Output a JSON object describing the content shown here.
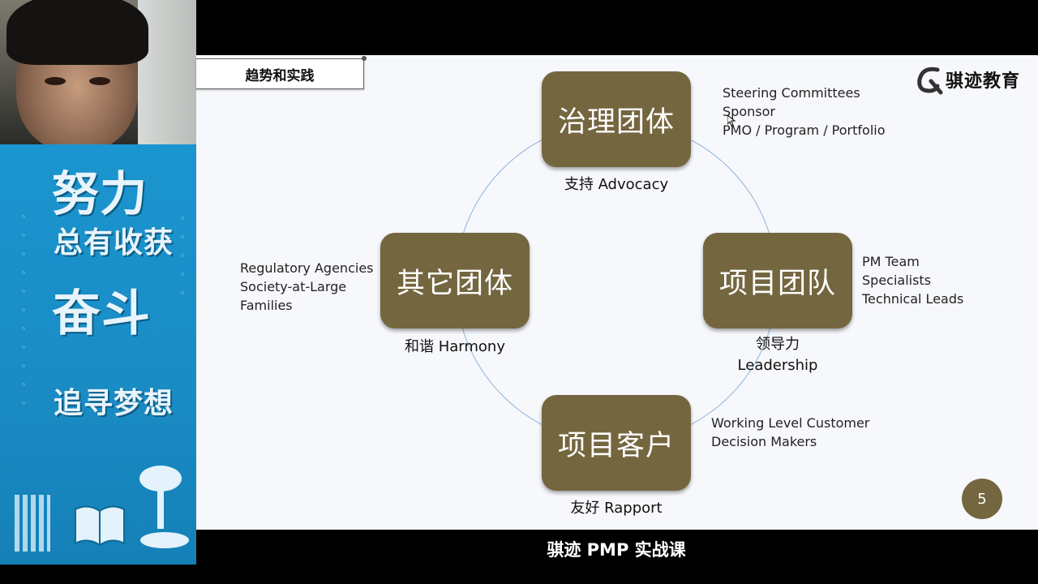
{
  "slide": {
    "topic_label": "趋势和实践",
    "logo_text": "骐迹教育",
    "page_number": "5",
    "nodes": {
      "top": {
        "title": "治理团体",
        "caption": "支持 Advocacy",
        "items": [
          "Steering Committees",
          "Sponsor",
          "PMO / Program / Portfolio"
        ]
      },
      "right": {
        "title": "项目团队",
        "caption_line1": "领导力",
        "caption_line2": "Leadership",
        "items": [
          "PM Team",
          "Specialists",
          "Technical Leads"
        ]
      },
      "bottom": {
        "title": "项目客户",
        "caption": "友好 Rapport",
        "items": [
          "Working Level Customer",
          "Decision Makers"
        ]
      },
      "left": {
        "title": "其它团体",
        "caption": "和谐 Harmony",
        "items": [
          "Regulatory Agencies",
          "Society-at-Large",
          "Families"
        ]
      }
    }
  },
  "banner": {
    "line1": "努力",
    "line2": "总有收获",
    "line3": "奋斗",
    "line4": "追寻梦想"
  },
  "subtitle": "骐迹 PMP 实战课",
  "colors": {
    "node_fill": "#74663f",
    "banner_blue": "#1a8bc4",
    "circle_line": "#8fb3d9"
  }
}
